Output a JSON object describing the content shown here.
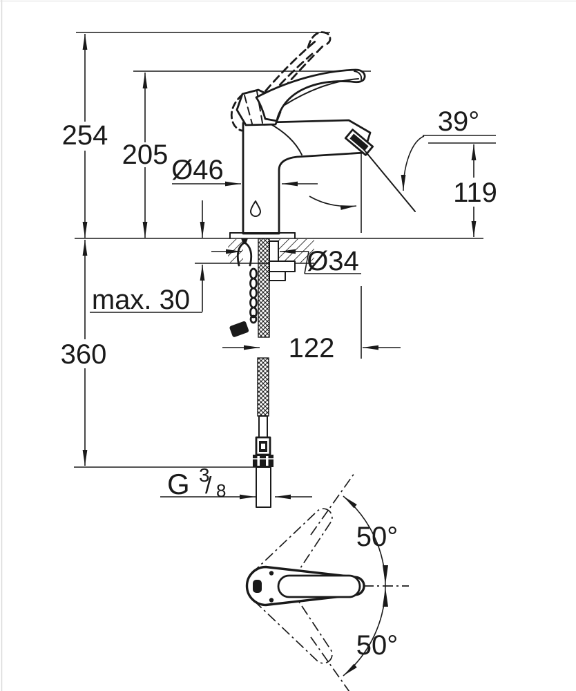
{
  "colors": {
    "ink": "#1a1a1a",
    "paper": "#ffffff"
  },
  "side_view": {
    "overall_height": "254",
    "spout_tip_height": "205",
    "body_diameter": "Ø46",
    "stream_angle": "39°",
    "outlet_height": "119",
    "spout_reach": "122",
    "hole_diameter": "Ø34",
    "deck_thickness_max": "max. 30",
    "hose_length_below_deck": "360",
    "thread": {
      "prefix": "G",
      "numerator": "3",
      "slash": "/",
      "denominator": "8"
    }
  },
  "top_view": {
    "handle_swing_up": "50°",
    "handle_swing_down": "50°"
  }
}
